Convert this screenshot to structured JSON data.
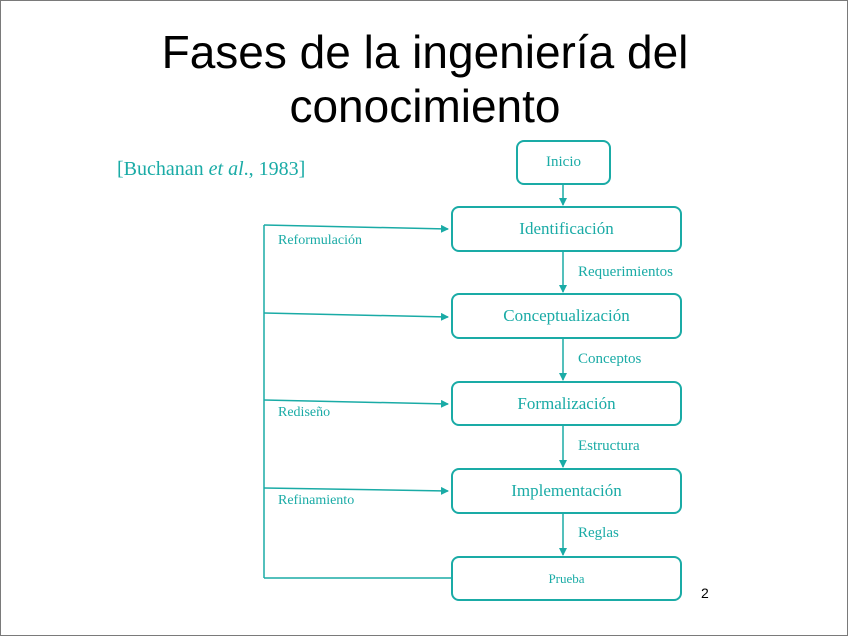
{
  "slide": {
    "title_line1": "Fases de la ingeniería del",
    "title_line2": "conocimiento",
    "citation": {
      "open": "[Buchanan ",
      "italic": "et al",
      "close": "., 1983]"
    },
    "page_number": "2"
  },
  "diagram": {
    "nodes": {
      "inicio": "Inicio",
      "identificacion": "Identificación",
      "conceptualizacion": "Conceptualización",
      "formalizacion": "Formalización",
      "implementacion": "Implementación",
      "prueba": "Prueba"
    },
    "edge_labels": {
      "requerimientos": "Requerimientos",
      "conceptos": "Conceptos",
      "estructura": "Estructura",
      "reglas": "Reglas"
    },
    "feedback_labels": {
      "reformulacion": "Reformulación",
      "rediseno": "Rediseño",
      "refinamiento": "Refinamiento"
    }
  },
  "colors": {
    "accent": "#1aaba6",
    "text": "#000000",
    "border": "#7a7a7a"
  }
}
